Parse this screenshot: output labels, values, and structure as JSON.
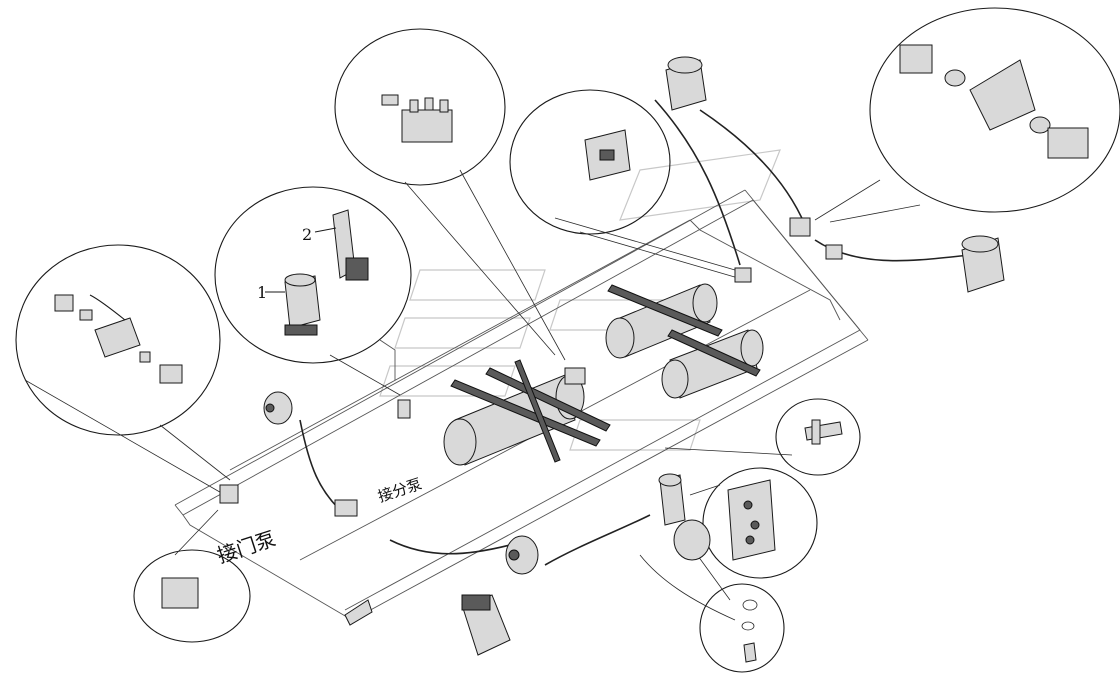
{
  "labels": {
    "item_1": "1",
    "item_2": "2",
    "door_pump": "接门泵",
    "sub_pump": "接分泵"
  },
  "colors": {
    "ink": "#1a1a1a",
    "part_fill": "#d9d9d9",
    "dark_fill": "#5a5a5a",
    "watermark": "#c8c8c8"
  }
}
